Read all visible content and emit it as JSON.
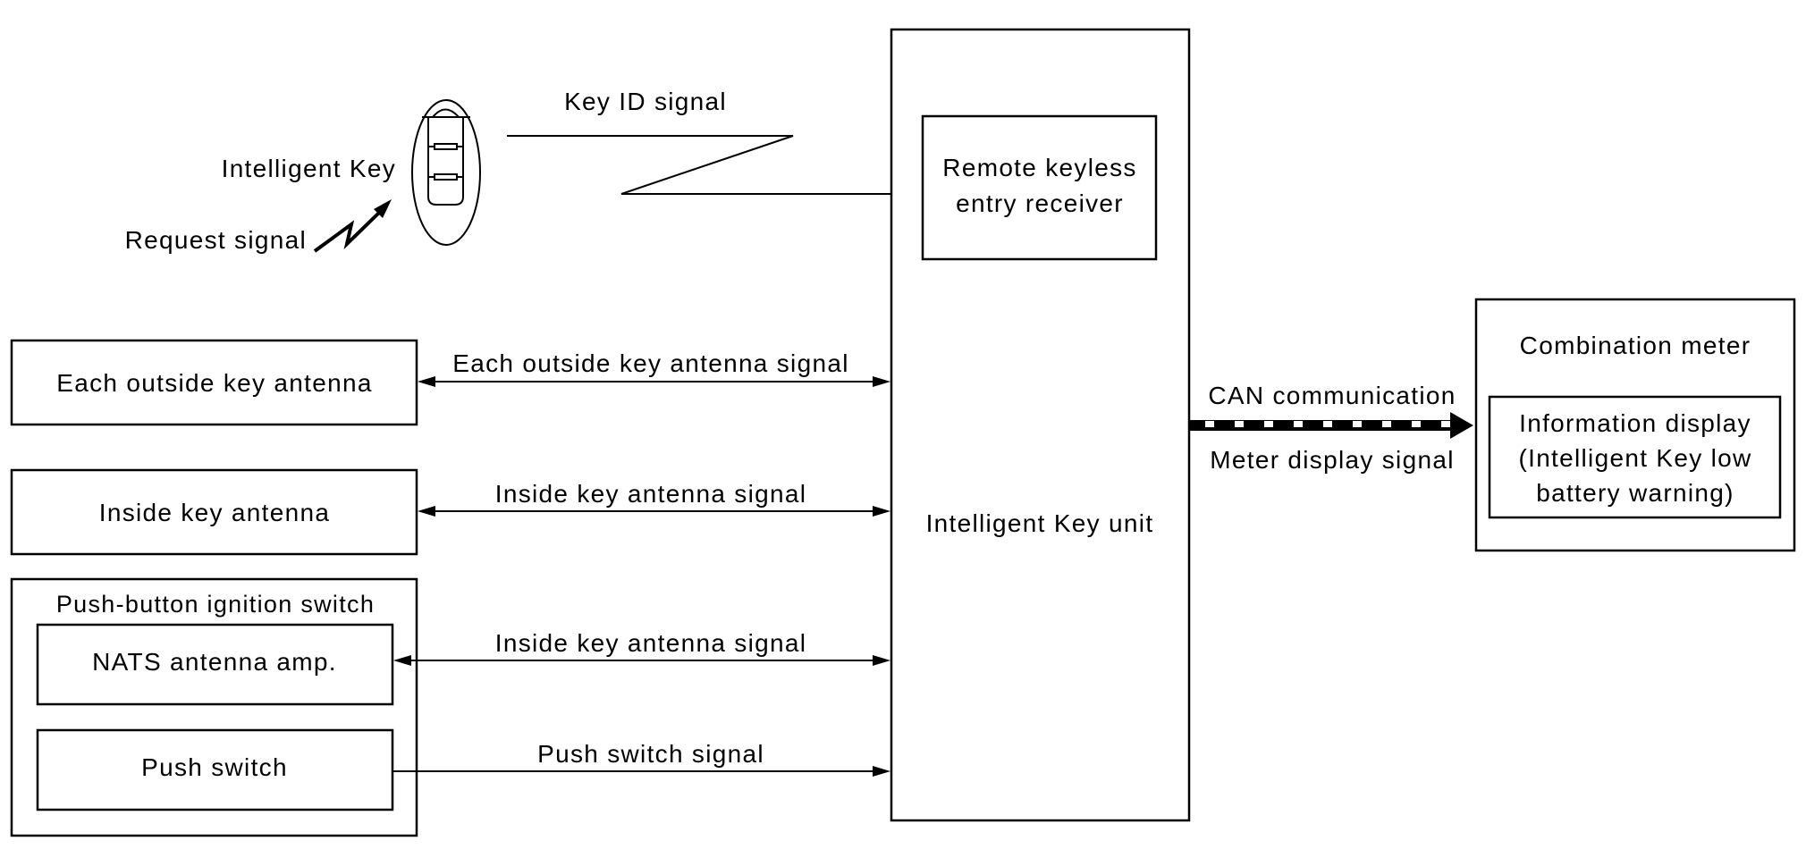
{
  "diagram": {
    "intelligent_key": {
      "label": "Intelligent Key",
      "icon": "key-fob-icon"
    },
    "request_signal": {
      "label": "Request signal",
      "icon": "wireless-signal-icon"
    },
    "key_id_signal": {
      "label": "Key ID signal",
      "icon": "wireless-zigzag-icon"
    },
    "intelligent_key_unit": {
      "label": "Intelligent Key unit",
      "receiver": {
        "line1": "Remote keyless",
        "line2": "entry receiver"
      }
    },
    "outside_antenna": {
      "label": "Each outside key antenna",
      "signal": "Each outside key antenna signal",
      "direction": "bidirectional"
    },
    "inside_antenna": {
      "label": "Inside key antenna",
      "signal": "Inside key antenna signal",
      "direction": "bidirectional"
    },
    "push_button_ignition": {
      "label": "Push-button ignition switch",
      "nats": {
        "label": "NATS antenna amp.",
        "signal": "Inside key antenna signal",
        "direction": "bidirectional"
      },
      "push_switch": {
        "label": "Push switch",
        "signal": "Push switch signal",
        "direction": "to-unit"
      }
    },
    "can": {
      "label_top": "CAN communication",
      "label_bottom": "Meter display signal",
      "direction": "to-meter"
    },
    "combination_meter": {
      "label": "Combination meter",
      "info_display": {
        "line1": "Information display",
        "line2": "(Intelligent Key low",
        "line3": "battery warning)"
      }
    }
  }
}
